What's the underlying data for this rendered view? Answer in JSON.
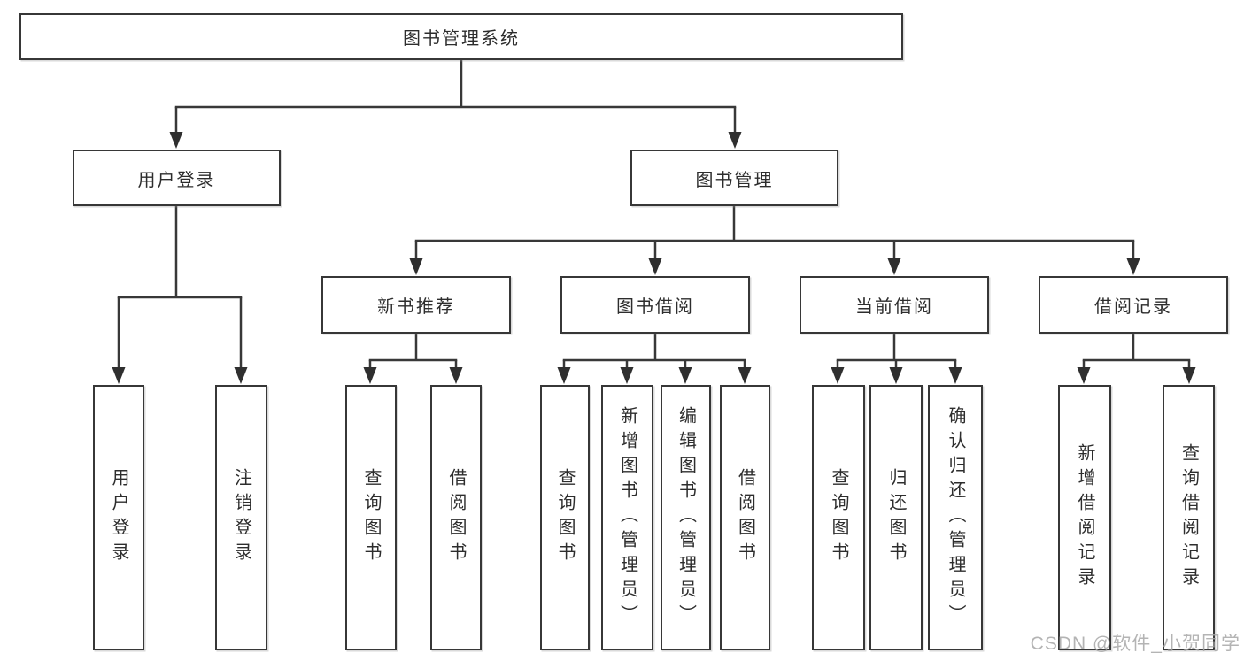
{
  "diagram": {
    "root": {
      "label": "图书管理系统"
    },
    "branches": [
      {
        "label": "用户登录",
        "children": [
          {
            "label": "用户登录"
          },
          {
            "label": "注销登录"
          }
        ]
      },
      {
        "label": "图书管理",
        "children": [
          {
            "label": "新书推荐",
            "children": [
              {
                "label": "查询图书"
              },
              {
                "label": "借阅图书"
              }
            ]
          },
          {
            "label": "图书借阅",
            "children": [
              {
                "label": "查询图书"
              },
              {
                "label": "新增图书（管理员）"
              },
              {
                "label": "编辑图书（管理员）"
              },
              {
                "label": "借阅图书"
              }
            ]
          },
          {
            "label": "当前借阅",
            "children": [
              {
                "label": "查询图书"
              },
              {
                "label": "归还图书"
              },
              {
                "label": "确认归还（管理员）"
              }
            ]
          },
          {
            "label": "借阅记录",
            "children": [
              {
                "label": "新增借阅记录"
              },
              {
                "label": "查询借阅记录"
              }
            ]
          }
        ]
      }
    ]
  },
  "watermark": {
    "text": "CSDN @软件_小贺同学"
  },
  "colors": {
    "line": "#383838",
    "border": "#373737",
    "text": "#2d2d2d",
    "background": "#ffffff",
    "watermark": "#a8a8a8"
  }
}
